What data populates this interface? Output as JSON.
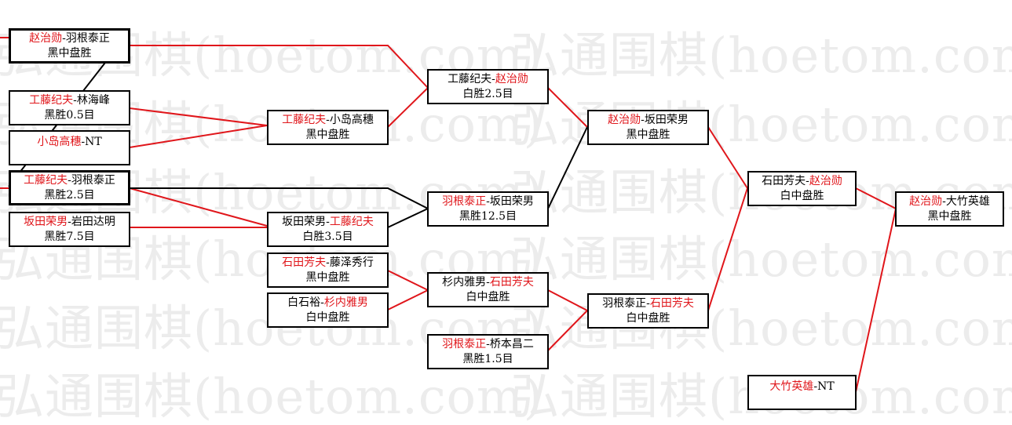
{
  "watermark": {
    "text": "弘通围棋(hoetom.com)",
    "color": "#ececec"
  },
  "colors": {
    "winner": "#e0161b",
    "loser": "#000000",
    "line_win": "#e0161b",
    "line_lose": "#000000"
  },
  "matches": {
    "r1_1": {
      "a": "赵治勋",
      "b": "羽根泰正",
      "result": "黑中盘胜",
      "winner": "a"
    },
    "r1_2": {
      "a": "工藤纪夫",
      "b": "林海峰",
      "result": "黑胜0.5目",
      "winner": "a"
    },
    "r1_3": {
      "a": "小岛高穗",
      "b": "NT",
      "result": "",
      "winner": "a"
    },
    "r1_4": {
      "a": "工藤纪夫",
      "b": "羽根泰正",
      "result": "黑胜2.5目",
      "winner": "a"
    },
    "r1_5": {
      "a": "坂田荣男",
      "b": "岩田达明",
      "result": "黑胜7.5目",
      "winner": "a"
    },
    "r2_1": {
      "a": "工藤纪夫",
      "b": "小岛高穗",
      "result": "黑中盘胜",
      "winner": "a"
    },
    "r2_2": {
      "a": "坂田荣男",
      "b": "工藤纪夫",
      "result": "白胜3.5目",
      "winner": "b"
    },
    "r2_3": {
      "a": "石田芳夫",
      "b": "藤泽秀行",
      "result": "黑中盘胜",
      "winner": "a"
    },
    "r2_4": {
      "a": "白石裕",
      "b": "杉内雅男",
      "result": "白中盘胜",
      "winner": "b"
    },
    "r3_1": {
      "a": "工藤纪夫",
      "b": "赵治勋",
      "result": "白胜2.5目",
      "winner": "b"
    },
    "r3_2": {
      "a": "羽根泰正",
      "b": "坂田荣男",
      "result": "黑胜12.5目",
      "winner": "a"
    },
    "r3_3": {
      "a": "杉内雅男",
      "b": "石田芳夫",
      "result": "白中盘胜",
      "winner": "b"
    },
    "r3_4": {
      "a": "羽根泰正",
      "b": "桥本昌二",
      "result": "黑胜1.5目",
      "winner": "a"
    },
    "r4_1": {
      "a": "赵治勋",
      "b": "坂田荣男",
      "result": "黑中盘胜",
      "winner": "a"
    },
    "r4_2": {
      "a": "羽根泰正",
      "b": "石田芳夫",
      "result": "白中盘胜",
      "winner": "b"
    },
    "r5_1": {
      "a": "石田芳夫",
      "b": "赵治勋",
      "result": "白中盘胜",
      "winner": "b"
    },
    "r5_2": {
      "a": "大竹英雄",
      "b": "NT",
      "result": "",
      "winner": "a"
    },
    "final": {
      "a": "赵治勋",
      "b": "大竹英雄",
      "result": "黑中盘胜",
      "winner": "a"
    }
  }
}
